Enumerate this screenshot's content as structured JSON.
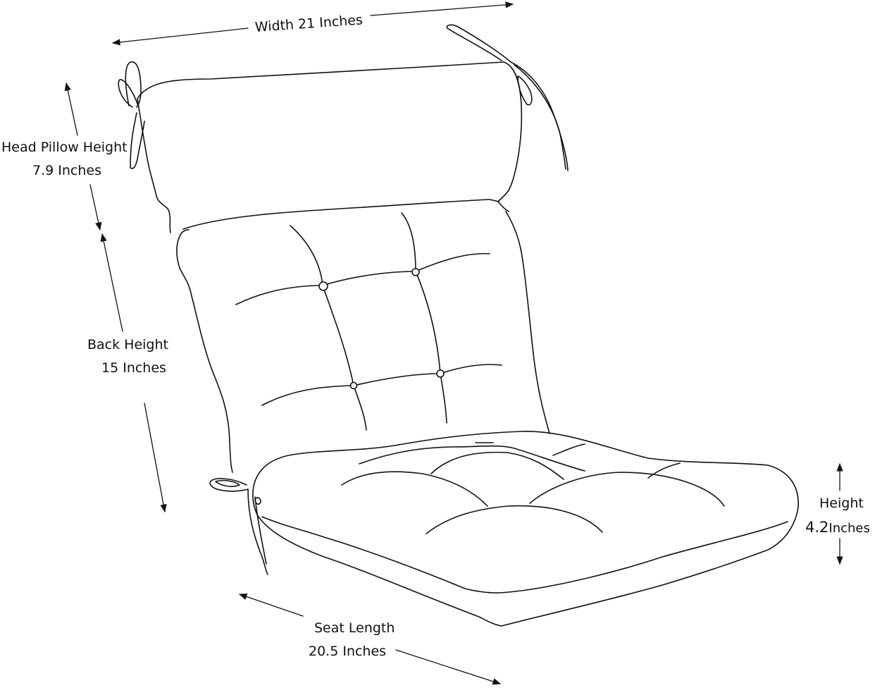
{
  "labels": {
    "width": "Width  21 Inches",
    "head_title": "Head Pillow Height",
    "head_value": "7.9 Inches",
    "back_title": "Back Height",
    "back_value": "15 Inches",
    "seat_title": "Seat Length",
    "seat_value": "20.5 Inches",
    "height_title": "Height",
    "height_num": "4.2",
    "height_unit": "Inches"
  },
  "colors": {
    "line": "#111111",
    "background": "#ffffff"
  }
}
